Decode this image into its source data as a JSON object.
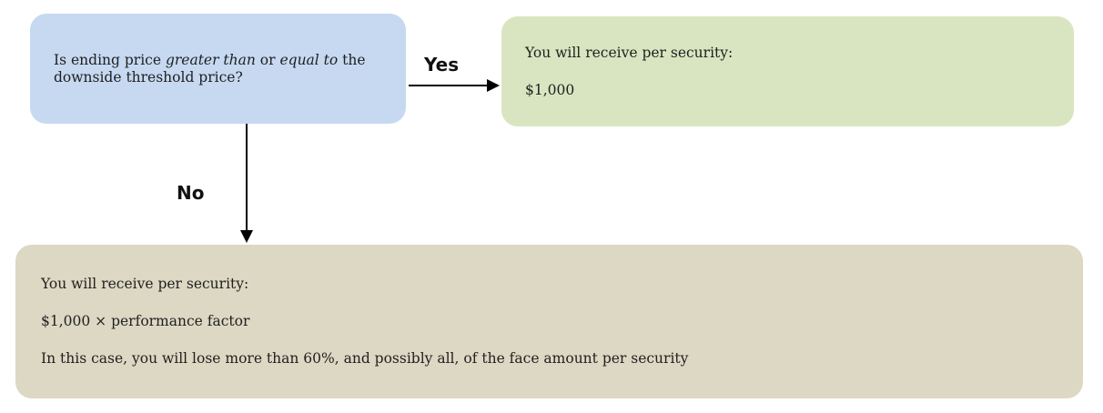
{
  "question": {
    "text_before": "Is ending price ",
    "emphasis_1": "greater than",
    "text_middle": " or ",
    "emphasis_2": "equal to",
    "text_after": " the downside threshold price?"
  },
  "yes_branch": {
    "label": "Yes",
    "heading": "You will receive per security:",
    "amount": "$1,000"
  },
  "no_branch": {
    "label": "No",
    "heading": "You will receive per security:",
    "formula": "$1,000 × performance factor",
    "warning": "In this case, you will lose more than 60%, and possibly all, of the face amount per security"
  },
  "colors": {
    "question_box": "#c6d9f1",
    "yes_box": "#d9e5c1",
    "no_box": "#ddd8c3"
  }
}
